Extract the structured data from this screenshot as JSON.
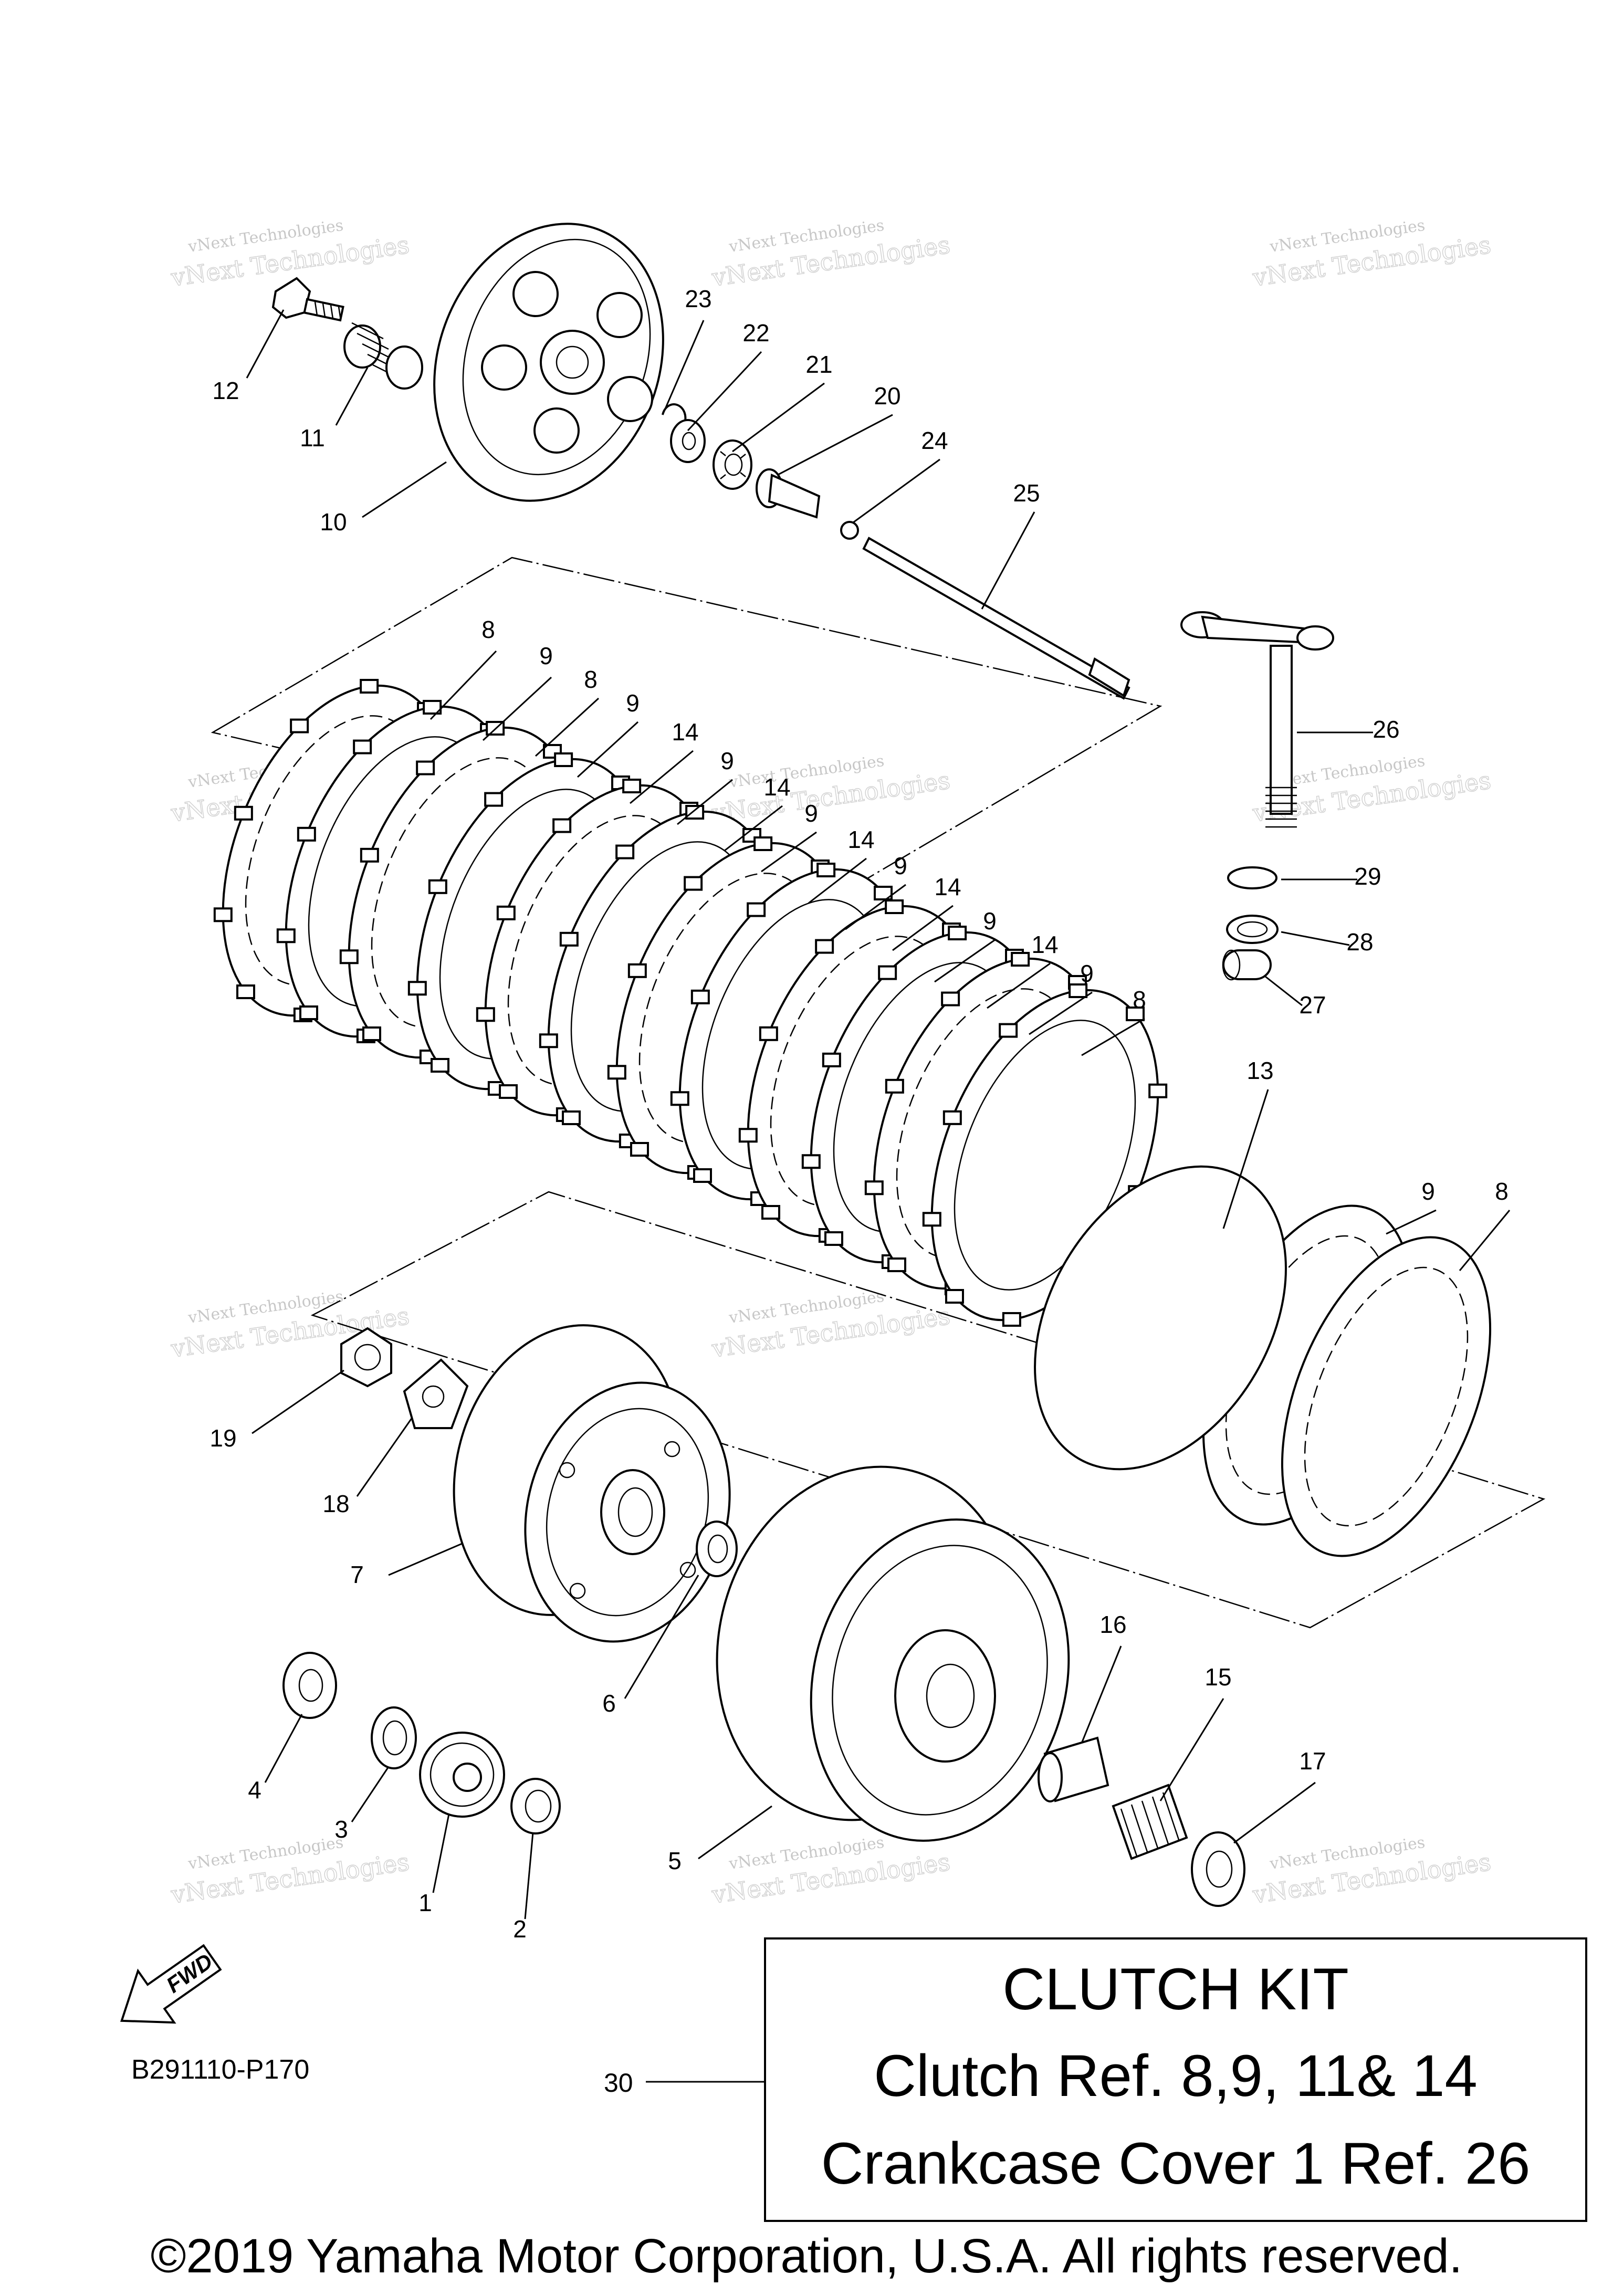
{
  "diagram": {
    "watermark_line1": "vNext Technologies",
    "watermark_line2": "Technologies",
    "watermark_line3": "vNext",
    "callouts": [
      "1",
      "2",
      "3",
      "4",
      "5",
      "6",
      "7",
      "8",
      "9",
      "10",
      "11",
      "12",
      "13",
      "14",
      "15",
      "16",
      "17",
      "18",
      "19",
      "20",
      "21",
      "22",
      "23",
      "24",
      "25",
      "26",
      "27",
      "28",
      "29",
      "30"
    ],
    "fwd_label": "FWD",
    "drawing_code": "B291110-P170"
  },
  "kit_box": {
    "line1": "CLUTCH KIT",
    "line2": "Clutch Ref. 8,9, 11& 14",
    "line3": "Crankcase Cover 1 Ref. 26"
  },
  "footer": {
    "copyright": "©2019 Yamaha Motor Corporation, U.S.A. All rights reserved."
  }
}
